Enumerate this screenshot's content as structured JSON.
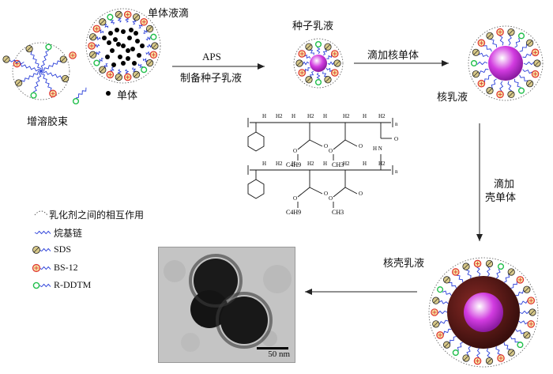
{
  "labels": {
    "monomer_droplet": "单体液滴",
    "solubilized_micelle": "增溶胶束",
    "monomer": "单体",
    "aps": "APS",
    "prep_seed": "制备种子乳液",
    "seed_emulsion": "种子乳液",
    "add_core_monomer": "滴加核单体",
    "core_emulsion": "核乳液",
    "add_shell_monomer_1": "滴加",
    "add_shell_monomer_2": "壳单体",
    "core_shell_emulsion": "核壳乳液"
  },
  "structure": {
    "ch_labels": [
      "H",
      "H",
      "H",
      "H",
      "H",
      "H",
      "H"
    ],
    "h2_labels": [
      "H2",
      "H2",
      "H2",
      "H2",
      "H2",
      "H2"
    ],
    "o_labels": [
      "O",
      "O",
      "O",
      "O",
      "O",
      "O",
      "O",
      "O"
    ],
    "ester_groups": [
      "C4H9",
      "CH3",
      "C4H9",
      "CH3"
    ],
    "nh": "H N",
    "n_sub": "n"
  },
  "legend": [
    {
      "label": "乳化剂之间的相互作用",
      "icon": "dotted-arc"
    },
    {
      "label": "烷基链",
      "icon": "alkyl-chain"
    },
    {
      "label": "SDS",
      "icon": "sds-head"
    },
    {
      "label": "BS-12",
      "icon": "bs12-head"
    },
    {
      "label": "R-DDTM",
      "icon": "rddtm-head"
    }
  ],
  "scale_bar": "50 nm",
  "colors": {
    "chain": "#2a3fd9",
    "sds_fill": "#d8c98a",
    "bs12_stroke": "#e0302f",
    "rddtm": "#1fbf4a",
    "seed_core": "#d23be0",
    "shell": "#5a1a18"
  }
}
